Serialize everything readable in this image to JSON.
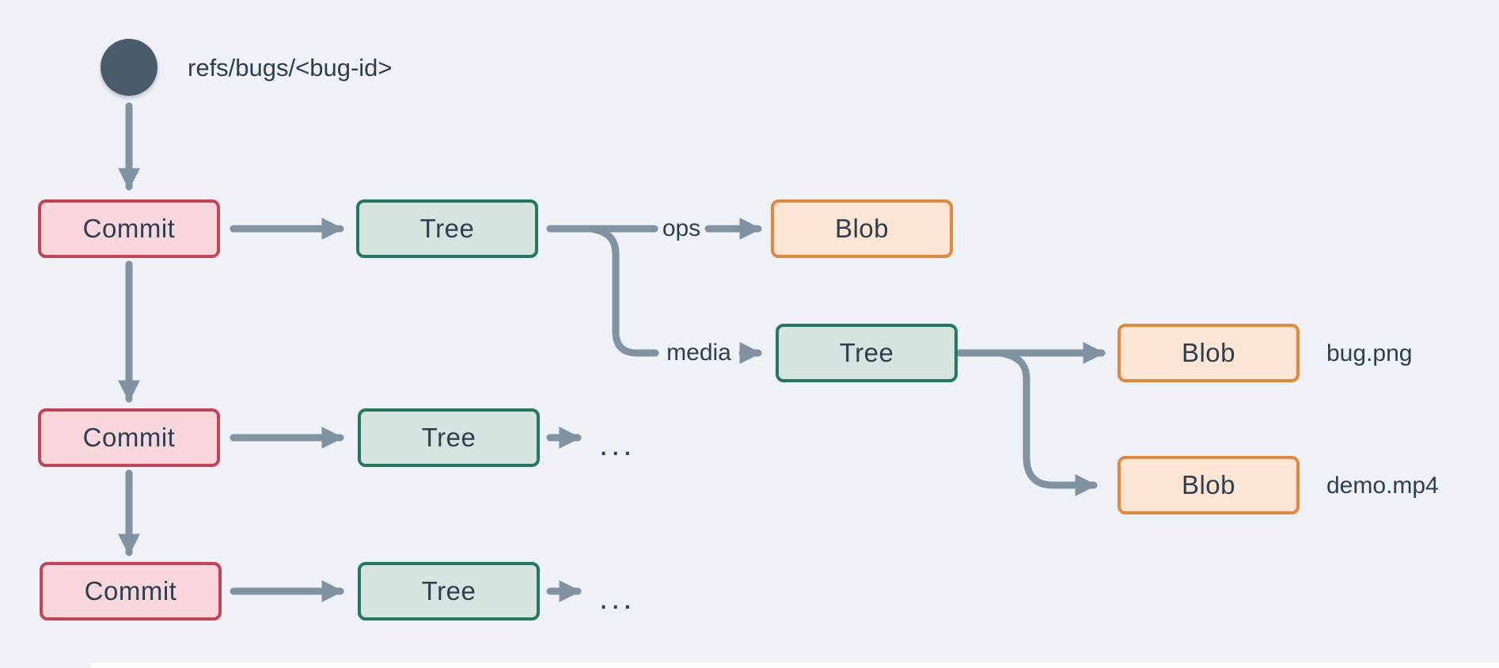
{
  "diagram": {
    "ref_label": "refs/bugs/<bug-id>",
    "labels": {
      "commit": "Commit",
      "tree": "Tree",
      "blob": "Blob",
      "ops": "ops",
      "media": "media",
      "bug_png": "bug.png",
      "demo_mp4": "demo.mp4",
      "ellipsis": "..."
    },
    "colors": {
      "background": "#eef1f5",
      "text": "#2f3e4e",
      "arrow": "#8193a3",
      "ref_circle": "#4a5b6a",
      "commit_border": "#c64256",
      "commit_fill": "#f8d8dc",
      "tree_border": "#23795e",
      "tree_fill": "#d6e4df",
      "blob_border": "#e2873e",
      "blob_fill": "#fce5d2"
    }
  }
}
